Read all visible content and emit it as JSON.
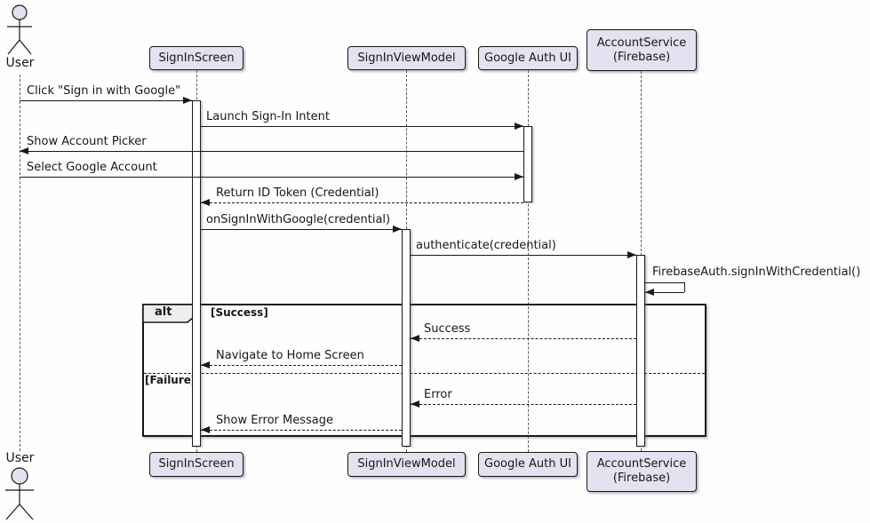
{
  "diagram": {
    "type": "uml-sequence",
    "actor": {
      "label": "User"
    },
    "participants": {
      "screen": {
        "label": "SignInScreen"
      },
      "viewmodel": {
        "label": "SignInViewModel"
      },
      "google": {
        "label": "Google Auth UI"
      },
      "account": {
        "label_line1": "AccountService",
        "label_line2": "(Firebase)"
      }
    },
    "messages": [
      {
        "label": "Click \"Sign in with Google\"",
        "from": "User",
        "to": "SignInScreen",
        "style": "solid"
      },
      {
        "label": "Launch Sign-In Intent",
        "from": "SignInScreen",
        "to": "Google Auth UI",
        "style": "solid"
      },
      {
        "label": "Show Account Picker",
        "from": "Google Auth UI",
        "to": "User",
        "style": "solid"
      },
      {
        "label": "Select Google Account",
        "from": "User",
        "to": "Google Auth UI",
        "style": "solid"
      },
      {
        "label": "Return ID Token (Credential)",
        "from": "Google Auth UI",
        "to": "SignInScreen",
        "style": "dashed"
      },
      {
        "label": "onSignInWithGoogle(credential)",
        "from": "SignInScreen",
        "to": "SignInViewModel",
        "style": "solid"
      },
      {
        "label": "authenticate(credential)",
        "from": "SignInViewModel",
        "to": "AccountService (Firebase)",
        "style": "solid"
      },
      {
        "label": "FirebaseAuth.signInWithCredential()",
        "from": "AccountService (Firebase)",
        "to": "AccountService (Firebase)",
        "style": "self"
      },
      {
        "label": "Success",
        "from": "AccountService (Firebase)",
        "to": "SignInViewModel",
        "style": "dashed"
      },
      {
        "label": "Navigate to Home Screen",
        "from": "SignInViewModel",
        "to": "SignInScreen",
        "style": "dashed"
      },
      {
        "label": "Error",
        "from": "AccountService (Firebase)",
        "to": "SignInViewModel",
        "style": "dashed"
      },
      {
        "label": "Show Error Message",
        "from": "SignInViewModel",
        "to": "SignInScreen",
        "style": "dashed"
      }
    ],
    "alt_frame": {
      "operator": "alt",
      "guard_success": "[Success]",
      "guard_failure": "[Failure]"
    },
    "colors": {
      "participant_fill": "#E2E2F0",
      "border": "#181818",
      "frame_header_fill": "#EEEEEE",
      "background": "#FEFEFE",
      "lifeline": "#5A5A5A"
    }
  }
}
